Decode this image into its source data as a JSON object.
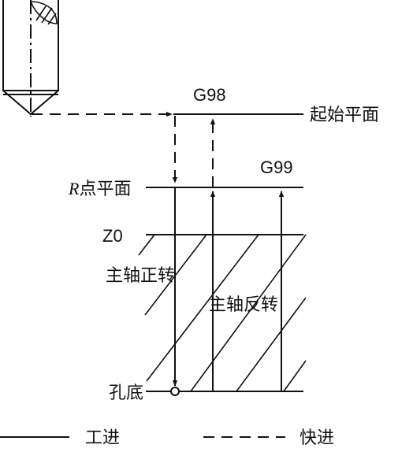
{
  "labels": {
    "start_plane": "起始平面",
    "r_point_plane_letter": "R",
    "r_point_plane_suffix": "点平面",
    "z0": "Z0",
    "hole_bottom": "孔底",
    "g98": "G98",
    "g99": "G99",
    "spindle_forward": "主轴正转",
    "spindle_reverse": "主轴反转"
  },
  "legend": {
    "work_feed": "工进",
    "rapid_feed": "快进"
  }
}
